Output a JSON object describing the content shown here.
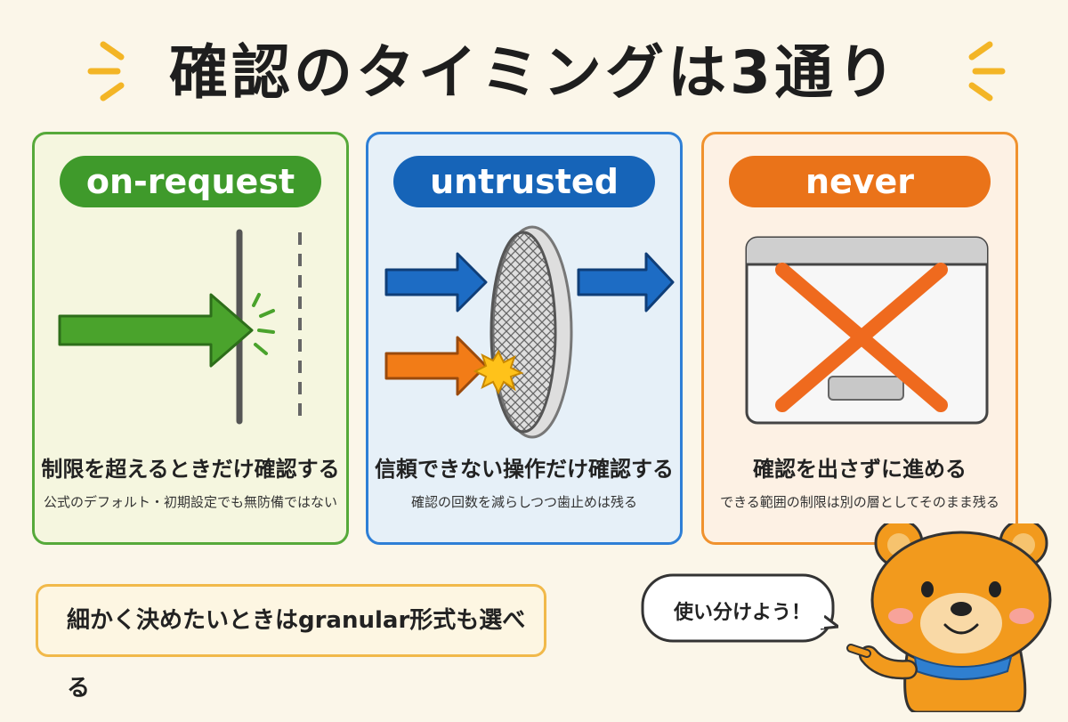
{
  "title": "確認のタイミングは3通り",
  "cards": [
    {
      "mode": "on-request",
      "main": "制限を超えるときだけ確認する",
      "sub": "公式のデフォルト・初期設定でも無防備ではない",
      "color": "#3f9a2b"
    },
    {
      "mode": "untrusted",
      "main": "信頼できない操作だけ確認する",
      "sub": "確認の回数を減らしつつ歯止めは残る",
      "color": "#1664b8"
    },
    {
      "mode": "never",
      "main": "確認を出さずに進める",
      "sub": "できる範囲の制限は別の層としてそのまま残る",
      "color": "#ea7319"
    }
  ],
  "note": "細かく決めたいときはgranular形式も選べる",
  "bubble": "使い分けよう！",
  "colors": {
    "background": "#fbf6e9",
    "accent_yellow": "#f1b94a"
  }
}
